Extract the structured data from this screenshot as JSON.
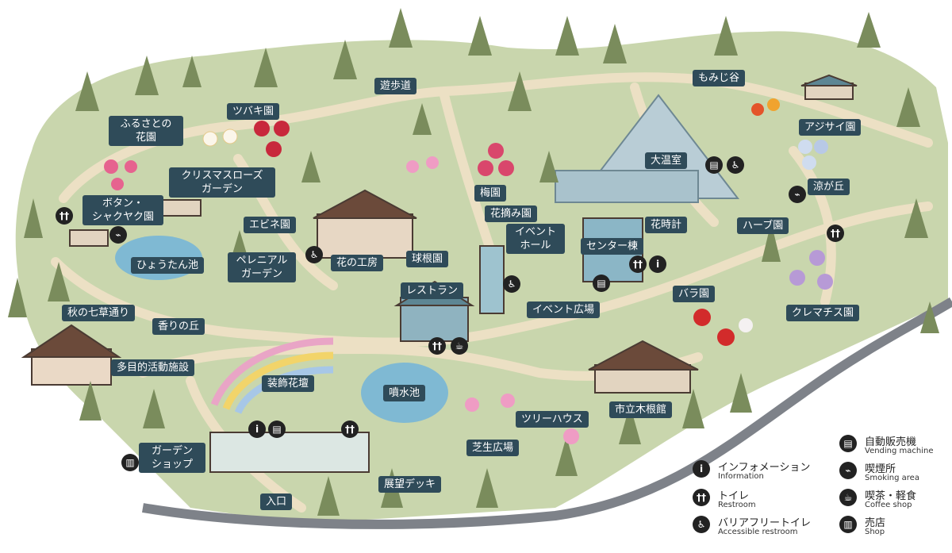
{
  "labels": {
    "yuhodo": "遊歩道",
    "momijidani": "もみじ谷",
    "tsubaki": "ツバキ園",
    "furusato_line1": "ふるさとの",
    "furusato_line2": "花園",
    "ajisai": "アジサイ園",
    "daionshitsu": "大温室",
    "christmas_line1": "クリスマスローズ",
    "christmas_line2": "ガーデン",
    "ume": "梅園",
    "suzugaoka": "涼が丘",
    "botan_line1": "ボタン・",
    "botan_line2": "シャクヤク園",
    "hanatsumi": "花摘み園",
    "ebine": "エビネ園",
    "hanadokei": "花時計",
    "herb": "ハーブ園",
    "event_hall_line1": "イベント",
    "event_hall_line2": "ホール",
    "center": "センター棟",
    "hyoutan": "ひょうたん池",
    "kyukon": "球根園",
    "hananokobo": "花の工房",
    "perennial_line1": "ペレニアル",
    "perennial_line2": "ガーデン",
    "restaurant": "レストラン",
    "bara": "バラ園",
    "event_hiroba": "イベント広場",
    "clematis": "クレマチス園",
    "aki_nanakusa": "秋の七草通り",
    "kaori": "香りの丘",
    "tamokuteki": "多目的活動施設",
    "soshoku": "装飾花壇",
    "funsui": "噴水池",
    "shiritsu_kinekan": "市立木根館",
    "treehouse": "ツリーハウス",
    "shibafu": "芝生広場",
    "garden_shop_line1": "ガーデン",
    "garden_shop_line2": "ショップ",
    "tenbo": "展望デッキ",
    "iriguchi": "入口"
  },
  "legend": [
    {
      "icon": "information-icon",
      "glyph": "i",
      "ja": "インフォメーション",
      "en": "Information"
    },
    {
      "icon": "restroom-icon",
      "glyph": "††",
      "ja": "トイレ",
      "en": "Restroom"
    },
    {
      "icon": "accessible-restroom-icon",
      "glyph": "♿",
      "ja": "バリアフリートイレ",
      "en": "Accessible restroom"
    },
    {
      "icon": "vending-machine-icon",
      "glyph": "▤",
      "ja": "自動販売機",
      "en": "Vending machine"
    },
    {
      "icon": "smoking-area-icon",
      "glyph": "⌁",
      "ja": "喫煙所",
      "en": "Smoking area"
    },
    {
      "icon": "coffee-shop-icon",
      "glyph": "☕",
      "ja": "喫茶・軽食",
      "en": "Coffee shop"
    },
    {
      "icon": "shop-icon",
      "glyph": "▥",
      "ja": "売店",
      "en": "Shop"
    }
  ],
  "colors": {
    "park": "#c9d6ad",
    "path": "#ece0c4",
    "tree": "#7a8c5c",
    "label_bg": "#2f4b59",
    "water": "#7fb9d3",
    "road": "#7e8289"
  }
}
